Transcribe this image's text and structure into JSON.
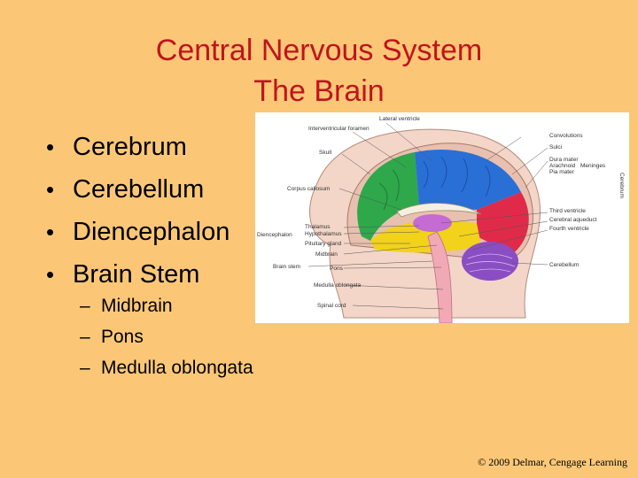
{
  "slide": {
    "title_line1": "Central Nervous System",
    "title_line2": "The Brain"
  },
  "bullets": [
    "Cerebrum",
    "Cerebellum",
    "Diencephalon",
    "Brain Stem"
  ],
  "sub_bullets": [
    "Midbrain",
    "Pons",
    "Medulla oblongata"
  ],
  "figure_labels": {
    "lateral_ventricle": "Lateral ventricle",
    "interventricular_foramen": "Interventricular foramen",
    "convolutions": "Convolutions",
    "sulci": "Sulci",
    "skull": "Skull",
    "dura_mater": "Dura mater",
    "arachnoid": "Arachnoid",
    "pia_mater": "Pia mater",
    "meninges": "Meninges",
    "cerebrum": "Cerebrum",
    "corpus_callosum": "Corpus callosum",
    "third_ventricle": "Third ventricle",
    "cerebral_aqueduct": "Cerebral aqueduct",
    "fourth_ventricle": "Fourth ventricle",
    "diencephalon": "Diencephalon",
    "thalamus": "Thalamus",
    "hypothalamus": "Hypothalamus",
    "pituitary_gland": "Pituitary gland",
    "midbrain": "Midbrain",
    "brain_stem": "Brain stem",
    "pons": "Pons",
    "cerebellum": "Cerebellum",
    "medulla_oblongata": "Medulla oblongata",
    "spinal_cord": "Spinal cord"
  },
  "copyright": "© 2009 Delmar, Cengage Learning"
}
